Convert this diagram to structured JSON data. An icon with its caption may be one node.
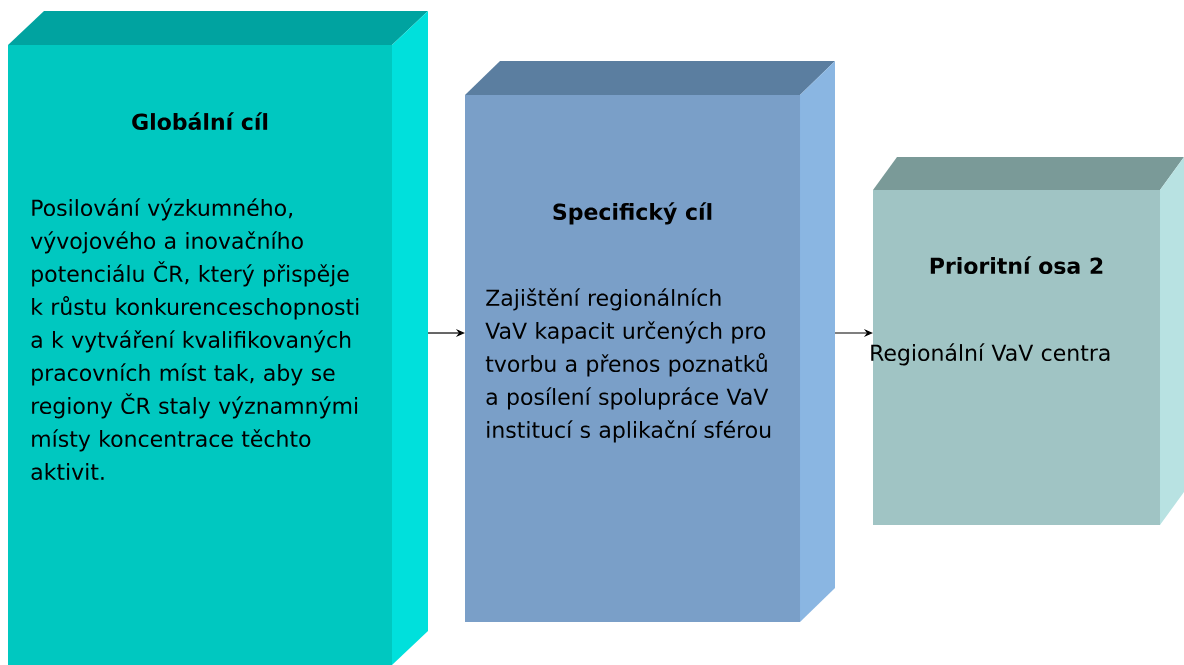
{
  "diagram": {
    "nodes": [
      {
        "text": [
          "Globální cíl",
          "Posilování výzkumného, vývojového a inovačního potenciálu ČR, který přispěje k růstu konkurenceschopnosti a k vytváření kvalifikovaných pracovních míst tak, aby se regiony ČR staly významnými místy koncentrace těchto aktivit."
        ]
      },
      {
        "text": [
          "Specifický cíl",
          "Zajištění regionálních VaV kapacit určených pro tvorbu a přenos poznatků a posílení spolupráce VaV institucí s aplikační sférou"
        ]
      },
      {
        "text": [
          "Prioritní osa 2",
          "Regionální VaV centra"
        ]
      }
    ],
    "edges": [
      {
        "from": 0,
        "to": 1,
        "arrow": "to"
      },
      {
        "from": 1,
        "to": 2,
        "arrow": "to"
      }
    ]
  }
}
